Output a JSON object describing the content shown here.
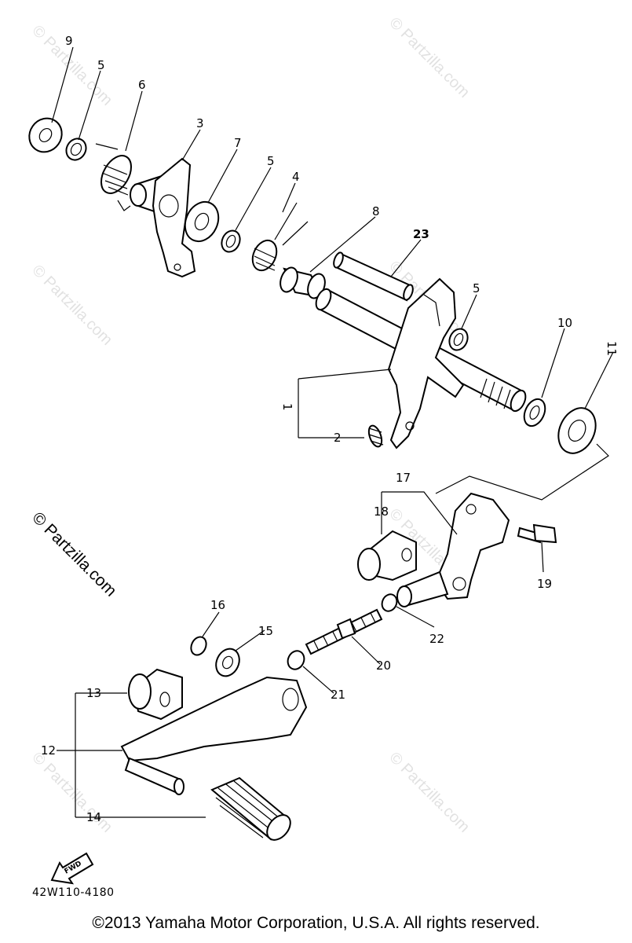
{
  "watermark": {
    "text": "© Partzilla.com"
  },
  "callouts": [
    "1",
    "2",
    "3",
    "4",
    "5",
    "6",
    "7",
    "8",
    "9",
    "10",
    "11",
    "12",
    "13",
    "14",
    "15",
    "16",
    "17",
    "18",
    "19",
    "20",
    "21",
    "22",
    "23"
  ],
  "fwd_label": "FWD",
  "diagram_code": "42W110-4180",
  "copyright": "©2013 Yamaha Motor Corporation, U.S.A. All rights reserved."
}
